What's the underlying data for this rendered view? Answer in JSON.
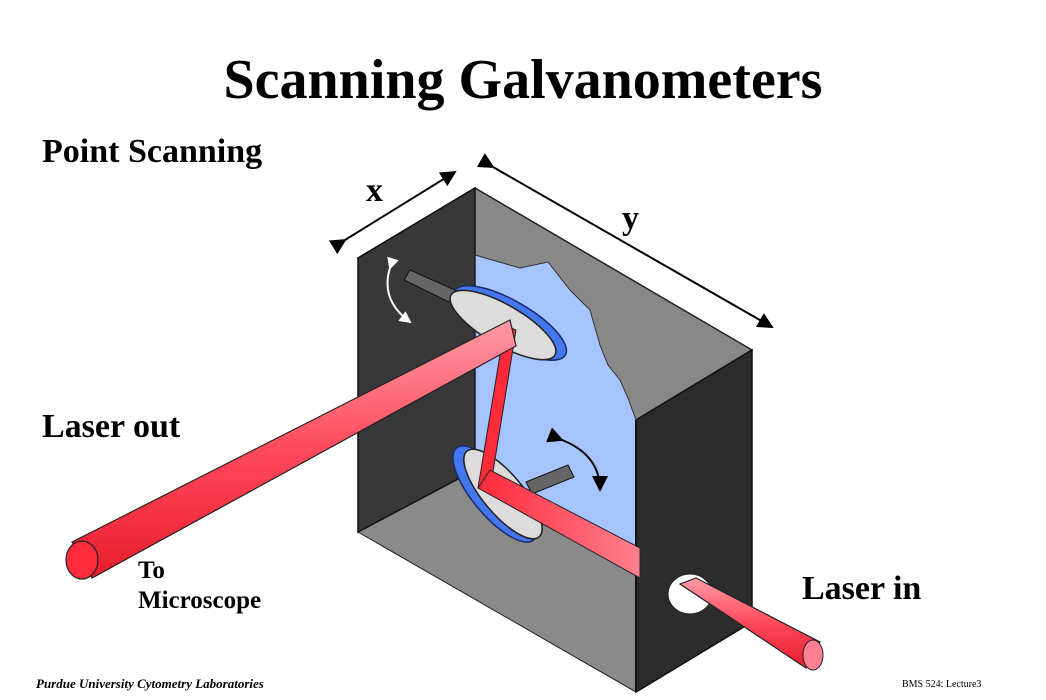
{
  "title": "Scanning Galvanometers",
  "subtitle": "Point Scanning",
  "labels": {
    "x_axis": "x",
    "y_axis": "y",
    "laser_out": "Laser out",
    "laser_in": "Laser in",
    "to_microscope_line1": "To",
    "to_microscope_line2": "Microscope"
  },
  "footer": {
    "left": "Purdue University Cytometry Laboratories",
    "right": "BMS 524: Lecture3"
  },
  "colors": {
    "box_dark": "#333333",
    "box_top": "#888888",
    "box_side": "#2a2a2a",
    "cutaway": "#a6c4ff",
    "mirror_blue": "#4477ee",
    "mirror_face": "#dcdcdc",
    "beam_red": "#ff2a3a",
    "beam_light": "#ff9aa8"
  }
}
